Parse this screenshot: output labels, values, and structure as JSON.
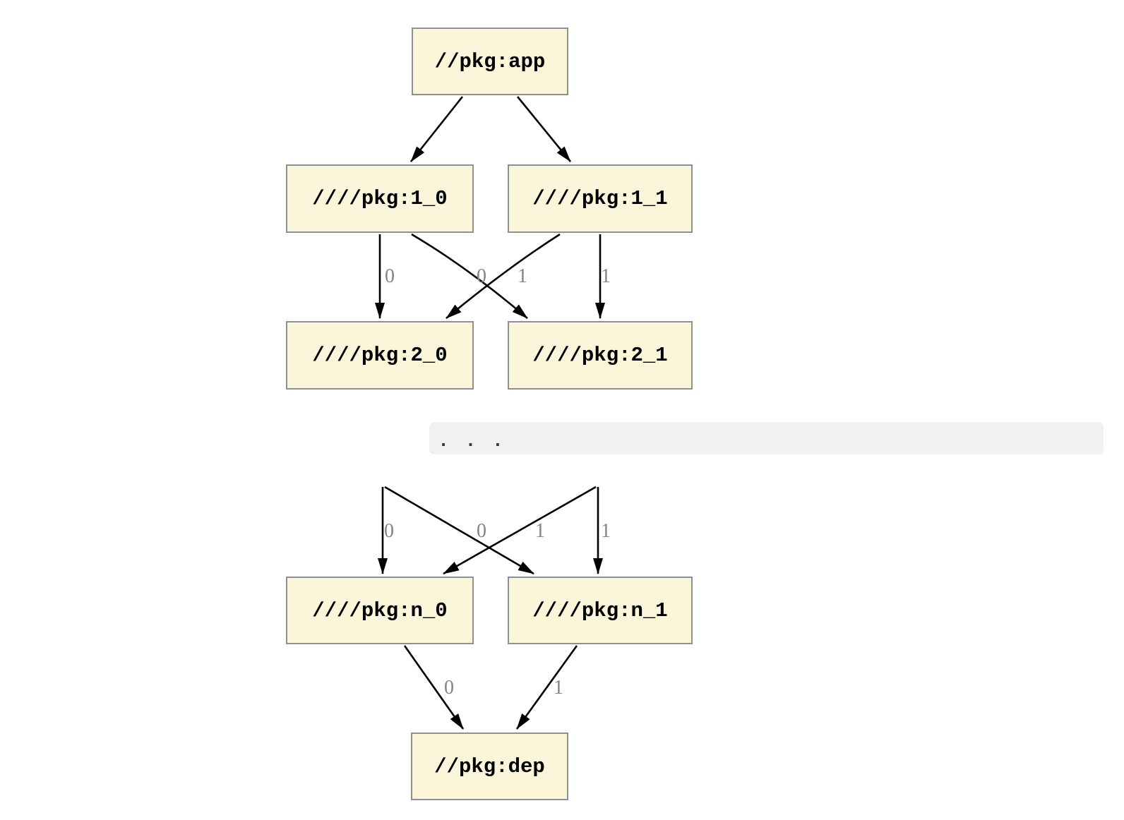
{
  "diagram": {
    "type": "dependency-graph",
    "nodes": {
      "app": {
        "label": "//pkg:app"
      },
      "l1_0": {
        "label": "////pkg:1_0"
      },
      "l1_1": {
        "label": "////pkg:1_1"
      },
      "l2_0": {
        "label": "////pkg:2_0"
      },
      "l2_1": {
        "label": "////pkg:2_1"
      },
      "ln_0": {
        "label": "////pkg:n_0"
      },
      "ln_1": {
        "label": "////pkg:n_1"
      },
      "dep": {
        "label": "//pkg:dep"
      }
    },
    "ellipsis": ".  .  .",
    "edges": [
      {
        "from": "app",
        "to": "l1_0",
        "label": ""
      },
      {
        "from": "app",
        "to": "l1_1",
        "label": ""
      },
      {
        "from": "l1_0",
        "to": "l2_0",
        "label": "0"
      },
      {
        "from": "l1_1",
        "to": "l2_0",
        "label": "0"
      },
      {
        "from": "l1_0",
        "to": "l2_1",
        "label": "1"
      },
      {
        "from": "l1_1",
        "to": "l2_1",
        "label": "1"
      },
      {
        "from": "ellipsis",
        "to": "ln_0",
        "label": "0"
      },
      {
        "from": "ellipsis",
        "to": "ln_0",
        "label": "0"
      },
      {
        "from": "ellipsis",
        "to": "ln_1",
        "label": "1"
      },
      {
        "from": "ellipsis",
        "to": "ln_1",
        "label": "1"
      },
      {
        "from": "ln_0",
        "to": "dep",
        "label": "0"
      },
      {
        "from": "ln_1",
        "to": "dep",
        "label": "1"
      }
    ]
  },
  "colors": {
    "background": "#ffffff",
    "node_fill": "#fbf5da",
    "node_border": "#8b9190",
    "edge": "#000000",
    "edge_label": "#848484",
    "ellipsis_bg": "#f1f1f2",
    "text": "#000000"
  }
}
